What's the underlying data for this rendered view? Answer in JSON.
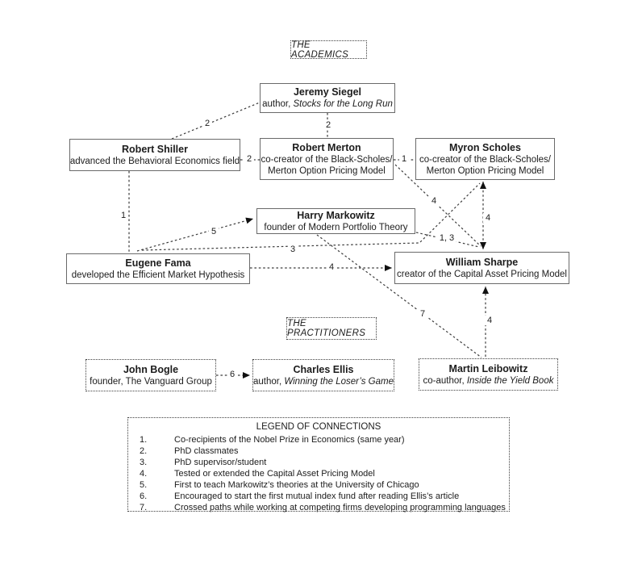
{
  "sections": {
    "academics": "THE ACADEMICS",
    "practitioners": "THE PRACTITIONERS"
  },
  "nodes": [
    {
      "name": "Jeremy Siegel",
      "desc": "author, ",
      "desc_italic": "Stocks for the Long Run"
    },
    {
      "name": "Robert Shiller",
      "desc": "advanced the Behavioral Economics field",
      "desc_italic": ""
    },
    {
      "name": "Robert Merton",
      "desc": "co-creator of the Black-Scholes/\nMerton Option Pricing Model",
      "desc_italic": ""
    },
    {
      "name": "Myron Scholes",
      "desc": "co-creator of the Black-Scholes/\nMerton Option Pricing Model",
      "desc_italic": ""
    },
    {
      "name": "Harry Markowitz",
      "desc": "founder of Modern Portfolio Theory",
      "desc_italic": ""
    },
    {
      "name": "Eugene Fama",
      "desc": "developed the Efficient Market Hypothesis",
      "desc_italic": ""
    },
    {
      "name": "William Sharpe",
      "desc": "creator of the Capital Asset Pricing Model",
      "desc_italic": ""
    },
    {
      "name": "John Bogle",
      "desc": "founder, The Vanguard Group",
      "desc_italic": ""
    },
    {
      "name": "Charles Ellis",
      "desc": "author, ",
      "desc_italic": "Winning the Loser’s Game"
    },
    {
      "name": "Martin Leibowitz",
      "desc": "co-author, ",
      "desc_italic": "Inside the Yield Book"
    }
  ],
  "edges": [
    {
      "id": "siegel-shiller",
      "label": "2"
    },
    {
      "id": "siegel-merton",
      "label": "2"
    },
    {
      "id": "shiller-merton",
      "label": "2"
    },
    {
      "id": "merton-scholes",
      "label": "1"
    },
    {
      "id": "shiller-fama",
      "label": "1"
    },
    {
      "id": "fama-markowitz",
      "label": "5"
    },
    {
      "id": "fama-scholes",
      "label": "3"
    },
    {
      "id": "fama-sharpe",
      "label": "4"
    },
    {
      "id": "merton-sharpe",
      "label": "4"
    },
    {
      "id": "markowitz-sharpe",
      "label": "1, 3"
    },
    {
      "id": "scholes-sharpe",
      "label": "4"
    },
    {
      "id": "markowitz-leibowitz",
      "label": "7"
    },
    {
      "id": "leibowitz-sharpe",
      "label": "4"
    },
    {
      "id": "bogle-ellis",
      "label": "6"
    }
  ],
  "legend": {
    "title": "LEGEND OF CONNECTIONS",
    "items": [
      {
        "num": "1.",
        "text": "Co-recipients of the Nobel Prize in Economics (same year)"
      },
      {
        "num": "2.",
        "text": "PhD classmates"
      },
      {
        "num": "3.",
        "text": "PhD supervisor/student"
      },
      {
        "num": "4.",
        "text": "Tested or extended the Capital Asset Pricing Model"
      },
      {
        "num": "5.",
        "text": "First to teach Markowitz’s theories at the University of Chicago"
      },
      {
        "num": "6.",
        "text": "Encouraged to start the first mutual index fund after reading Ellis’s article"
      },
      {
        "num": "7.",
        "text": "Crossed paths while working at competing firms developing programming languages"
      }
    ]
  }
}
